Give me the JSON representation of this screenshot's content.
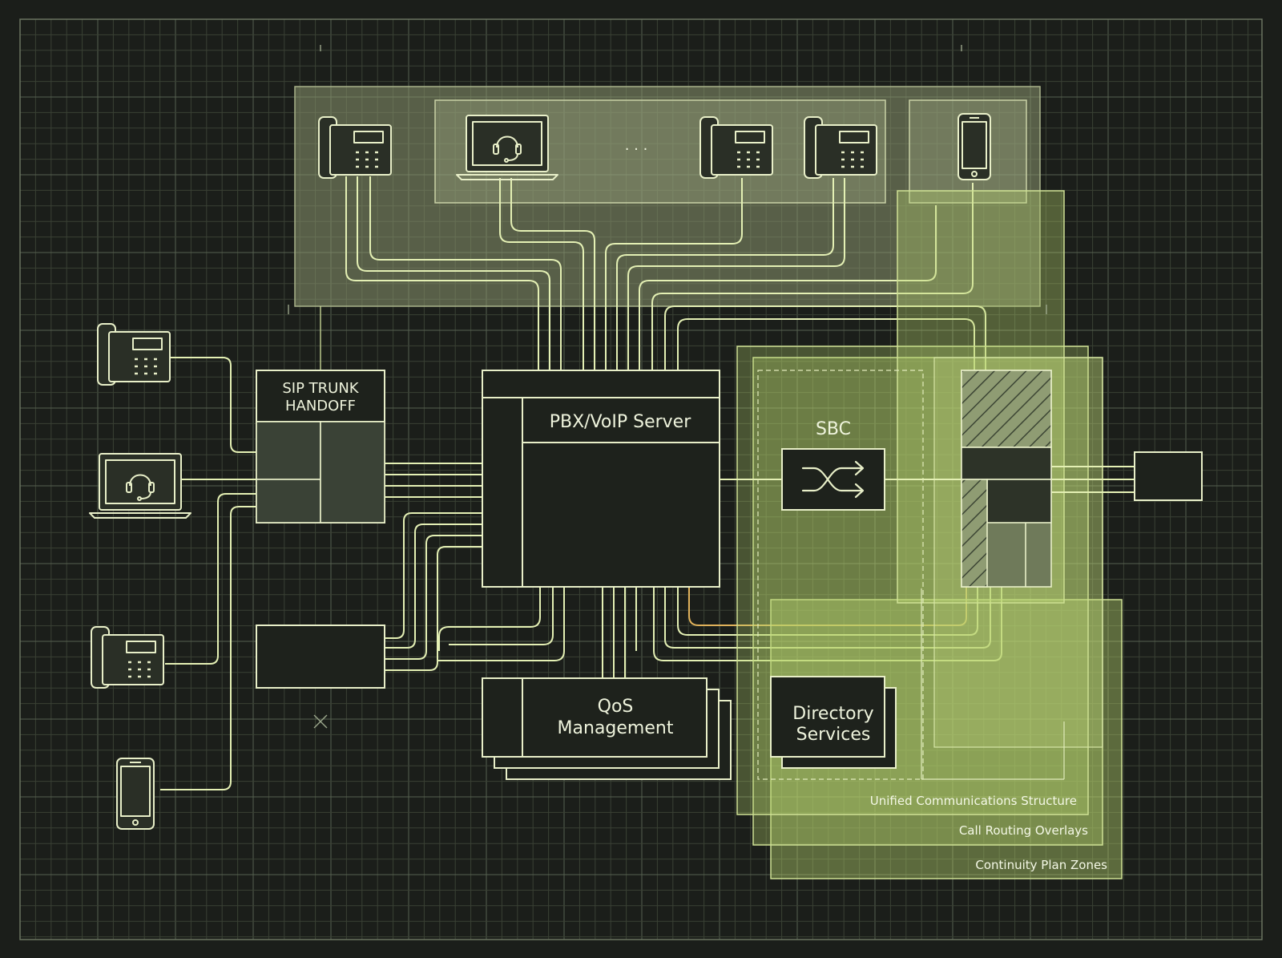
{
  "colors": {
    "background": "#1b1e1a",
    "grid": "#3a4134",
    "line": "#e4f0b4",
    "overlay": "#b7d46e",
    "accent_orange": "#e0b15a"
  },
  "nodes": {
    "sip_trunk": [
      "SIP TRUNK",
      "HANDOFF"
    ],
    "pbx": "PBX/VoIP Server",
    "sbc": "SBC",
    "qos": [
      "QoS",
      "Management"
    ],
    "directory": [
      "Directory",
      "Services"
    ]
  },
  "devices_top": [
    "desk-phone",
    "agent-laptop-headset",
    "ellipsis",
    "desk-phone",
    "desk-phone",
    "mobile-phone"
  ],
  "devices_left": [
    "desk-phone",
    "agent-laptop-headset",
    "desk-phone",
    "mobile-phone"
  ],
  "top_ellipsis": "· · ·",
  "zones": [
    "Unified Communications Structure",
    "Call Routing Overlays",
    "Continuity Plan Zones"
  ]
}
